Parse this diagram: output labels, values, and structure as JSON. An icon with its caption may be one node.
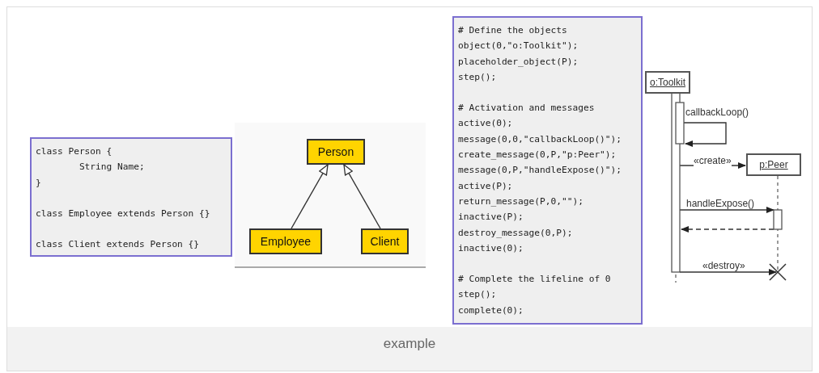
{
  "diagram": {
    "caption": "example",
    "nodes": [
      {
        "text": [
          "class Person {",
          "        String Name;",
          "}",
          "class Employee extends Person {}",
          "class Client extends Person {}"
        ]
      },
      {
        "text": [
          "Person"
        ]
      },
      {
        "text": [
          "Employee"
        ]
      },
      {
        "text": [
          "Client"
        ]
      },
      {
        "text": [
          "# Define the objects",
          "object(0,\"o:Toolkit\");",
          "placeholder_object(P);",
          "step();",
          "# Activation and messages",
          "active(0);",
          "message(0,0,\"callbackLoop()\");",
          "create_message(0,P,\"p:Peer\");",
          "message(0,P,\"handleExpose()\");",
          "active(P);",
          "return_message(P,0,\"\");",
          "inactive(P);",
          "destroy_message(0,P);",
          "inactive(0);",
          "# Complete the lifeline of 0",
          "step();",
          "complete(0);"
        ]
      },
      {
        "text": [
          "o:Toolkit"
        ]
      },
      {
        "text": [
          "p:Peer"
        ]
      }
    ],
    "edges": [
      {
        "from": 2,
        "to": 1,
        "arrow": "to"
      },
      {
        "from": 3,
        "to": 1,
        "arrow": "to"
      },
      {
        "from": 5,
        "to": 5,
        "arrow": "to",
        "label": "callbackLoop()"
      },
      {
        "from": 5,
        "to": 6,
        "arrow": "to",
        "label": "«create»"
      },
      {
        "from": 5,
        "to": 6,
        "arrow": "to",
        "label": "handleExpose()"
      },
      {
        "from": 6,
        "to": 5,
        "arrow": "to",
        "style": "dashed"
      },
      {
        "from": 5,
        "to": 6,
        "arrow": "to",
        "label": "«destroy»"
      }
    ]
  }
}
